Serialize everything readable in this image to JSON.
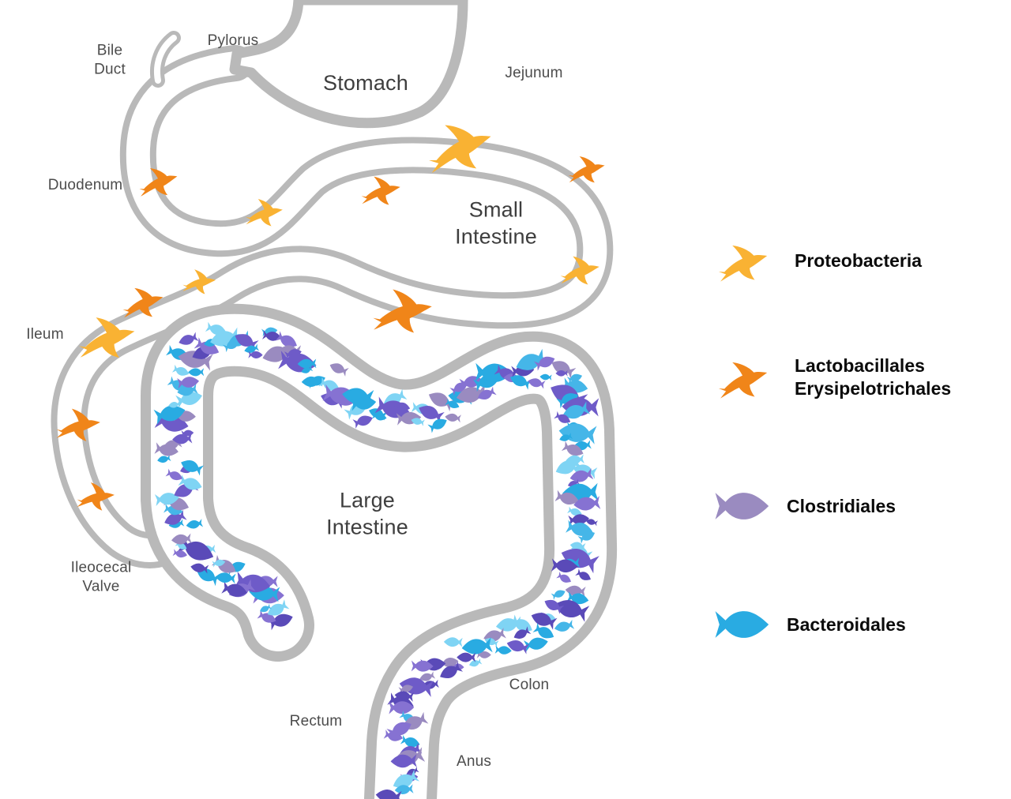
{
  "figure": {
    "description": "Gut microbiome diagram: birds and fish representing bacterial taxa along the gastrointestinal tract"
  },
  "colors": {
    "outline": "#b9b9b9",
    "proteobacteria": "#f9b233",
    "lactobacillales_erysipelotrichales": "#f08519",
    "clostridiales": "#9a8bc0",
    "bacteroidales": "#29abe2",
    "fish_palette": [
      "#6e5bc8",
      "#5a4ab8",
      "#8672d2",
      "#9a8bc0",
      "#29abe2",
      "#45b6e8",
      "#7fd4f4"
    ]
  },
  "anatomy": {
    "bile_duct": {
      "lines": [
        "Bile",
        "Duct"
      ]
    },
    "pylorus": {
      "lines": [
        "Pylorus"
      ]
    },
    "stomach": {
      "lines": [
        "Stomach"
      ]
    },
    "jejunum": {
      "lines": [
        "Jejunum"
      ]
    },
    "duodenum": {
      "lines": [
        "Duodenum"
      ]
    },
    "small_intestine": {
      "lines": [
        "Small",
        "Intestine"
      ]
    },
    "ileum": {
      "lines": [
        "Ileum"
      ]
    },
    "ileocecal_valve": {
      "lines": [
        "Ileocecal",
        "Valve"
      ]
    },
    "large_intestine": {
      "lines": [
        "Large",
        "Intestine"
      ]
    },
    "colon": {
      "lines": [
        "Colon"
      ]
    },
    "rectum": {
      "lines": [
        "Rectum"
      ]
    },
    "anus": {
      "lines": [
        "Anus"
      ]
    }
  },
  "legend": {
    "items": [
      {
        "id": "proteobacteria",
        "icon": "bird-icon",
        "color": "#f9b233",
        "label_lines": [
          "Proteobacteria"
        ]
      },
      {
        "id": "lactobacillales-erysipelotrichales",
        "icon": "bird-icon",
        "color": "#f08519",
        "label_lines": [
          "Lactobacillales",
          "Erysipelotrichales"
        ]
      },
      {
        "id": "clostridiales",
        "icon": "fish-icon",
        "color": "#9a8bc0",
        "label_lines": [
          "Clostridiales"
        ]
      },
      {
        "id": "bacteroidales",
        "icon": "fish-icon",
        "color": "#29abe2",
        "label_lines": [
          "Bacteroidales"
        ]
      }
    ]
  }
}
